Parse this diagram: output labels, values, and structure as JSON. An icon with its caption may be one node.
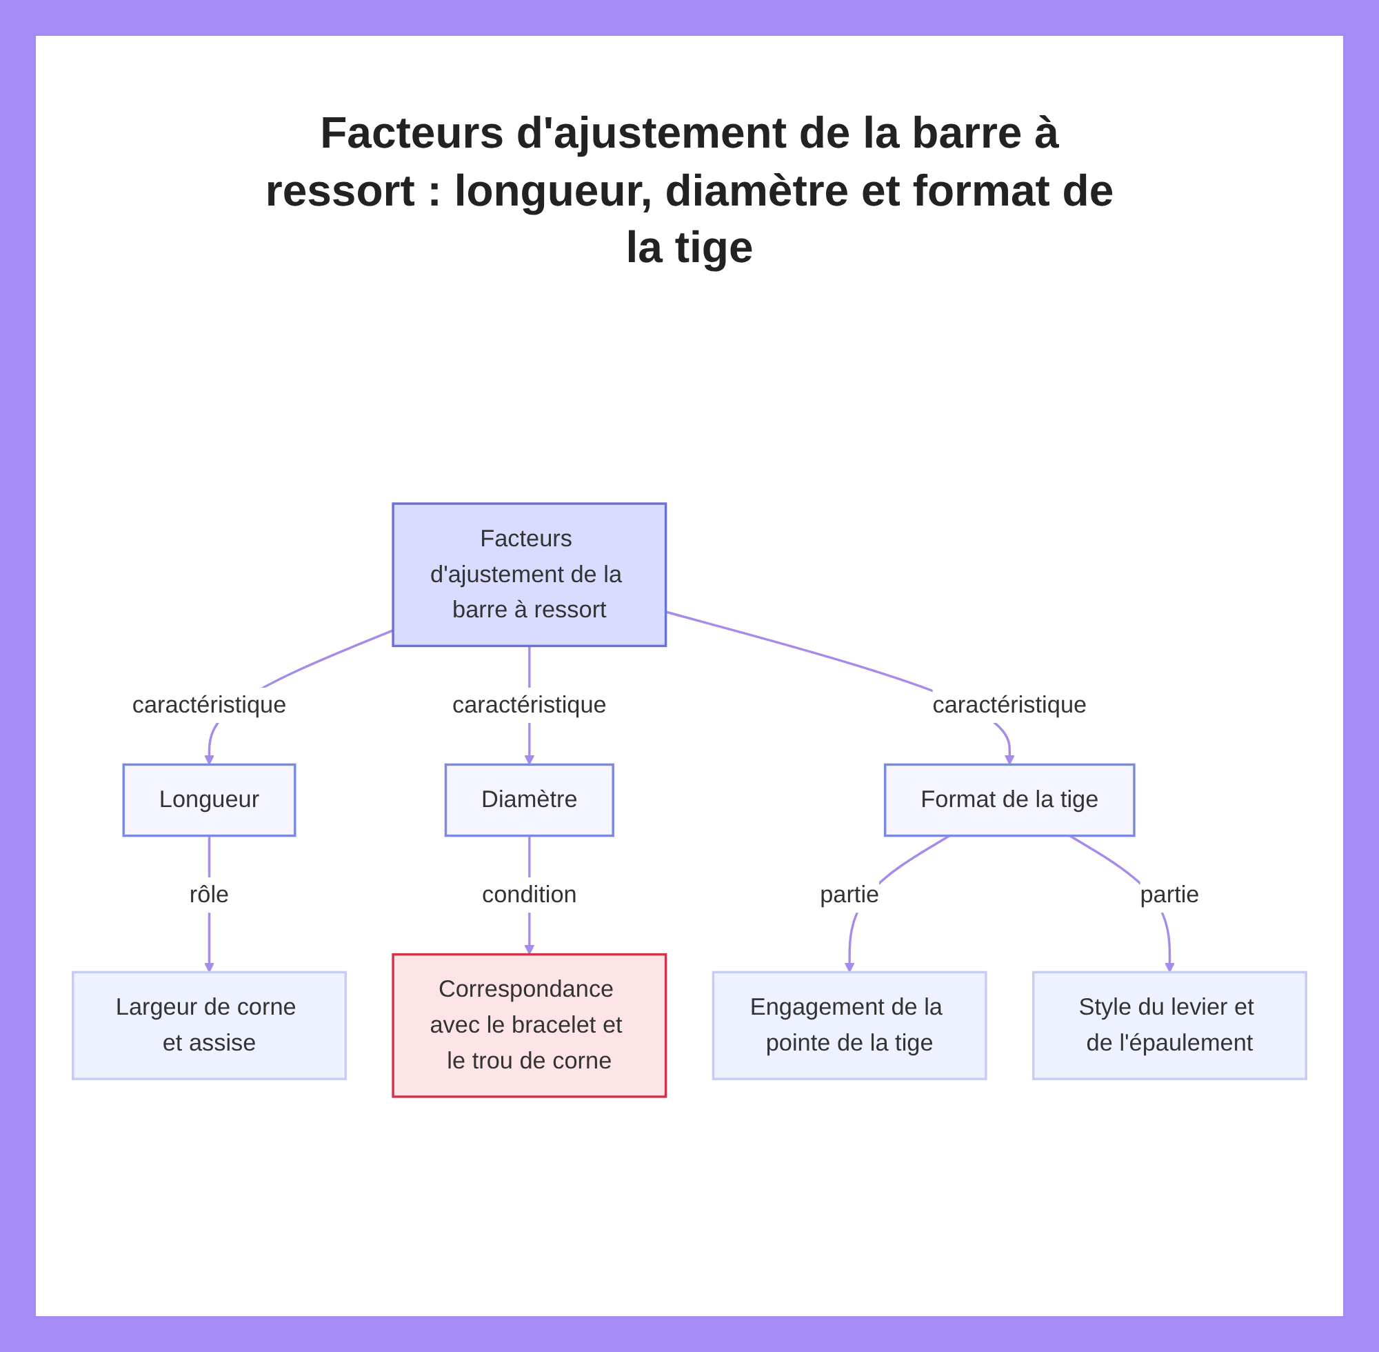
{
  "diagram": {
    "title": "Facteurs d'ajustement de la barre à ressort : longueur, diamètre et format de la tige",
    "nodes": [
      {
        "text": [
          "Facteurs d'ajustement de la barre à ressort"
        ]
      },
      {
        "text": [
          "Longueur"
        ]
      },
      {
        "text": [
          "Diamètre"
        ]
      },
      {
        "text": [
          "Format de la tige"
        ]
      },
      {
        "text": [
          "Largeur de corne et assise"
        ]
      },
      {
        "text": [
          "Correspondance avec le bracelet et le trou de corne"
        ]
      },
      {
        "text": [
          "Engagement de la pointe de la tige"
        ]
      },
      {
        "text": [
          "Style du levier et de l'épaulement"
        ]
      }
    ],
    "edges": [
      {
        "from": 0,
        "to": 1,
        "arrow": "to",
        "label": "caractéristique"
      },
      {
        "from": 0,
        "to": 2,
        "arrow": "to",
        "label": "caractéristique"
      },
      {
        "from": 0,
        "to": 3,
        "arrow": "to",
        "label": "caractéristique"
      },
      {
        "from": 1,
        "to": 4,
        "arrow": "to",
        "label": "rôle"
      },
      {
        "from": 2,
        "to": 5,
        "arrow": "to",
        "label": "condition"
      },
      {
        "from": 3,
        "to": 6,
        "arrow": "to",
        "label": "partie"
      },
      {
        "from": 3,
        "to": 7,
        "arrow": "to",
        "label": "partie"
      }
    ]
  }
}
